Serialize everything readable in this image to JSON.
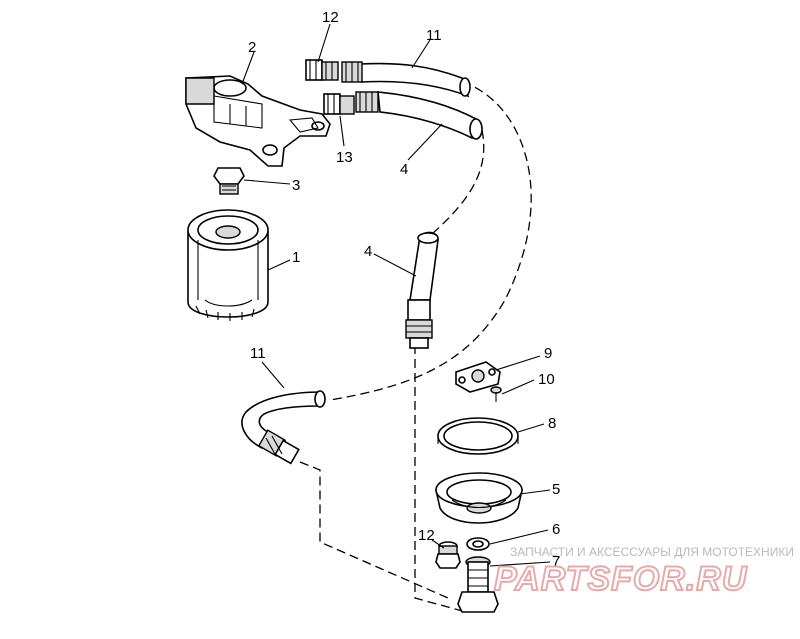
{
  "callouts": {
    "c1": "1",
    "c2": "2",
    "c3": "3",
    "c4_top": "4",
    "c4_mid": "4",
    "c5": "5",
    "c6": "6",
    "c7": "7",
    "c8": "8",
    "c9": "9",
    "c10": "10",
    "c11_top": "11",
    "c11_mid": "11",
    "c12_top": "12",
    "c12_bottom": "12",
    "c13": "13"
  },
  "watermark": {
    "caption": "ЗАПЧАСТИ И АКСЕССУАРЫ ДЛЯ МОТОТЕХНИКИ",
    "logo": "PARTSFOR.RU"
  },
  "colors": {
    "ink": "#000000",
    "watermark_caption": "#b9b9b9",
    "watermark_logo": "#e9a9a9"
  }
}
